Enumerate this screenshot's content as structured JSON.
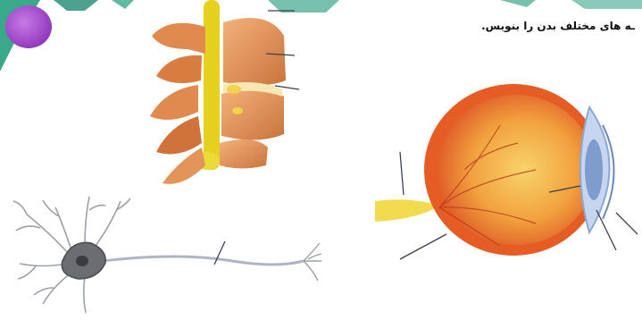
{
  "worksheet": {
    "instruction": "ـه های مختلف بدن را بنویس."
  },
  "figures": [
    {
      "name": "vertebrae",
      "label_lines": 3
    },
    {
      "name": "neuron",
      "label_lines": 1
    },
    {
      "name": "eye",
      "label_lines": 5
    }
  ],
  "colors": {
    "bone": "#e79a5c",
    "bone_dark": "#c56a35",
    "nerve": "#e6d21e",
    "eye_outer": "#e86a2c",
    "eye_inner": "#f2b046",
    "lens": "#8aa8d8",
    "neuron_body": "#6b6d72",
    "banner_green": "#3aa78a",
    "banner_purple": "#9b3fc4"
  }
}
